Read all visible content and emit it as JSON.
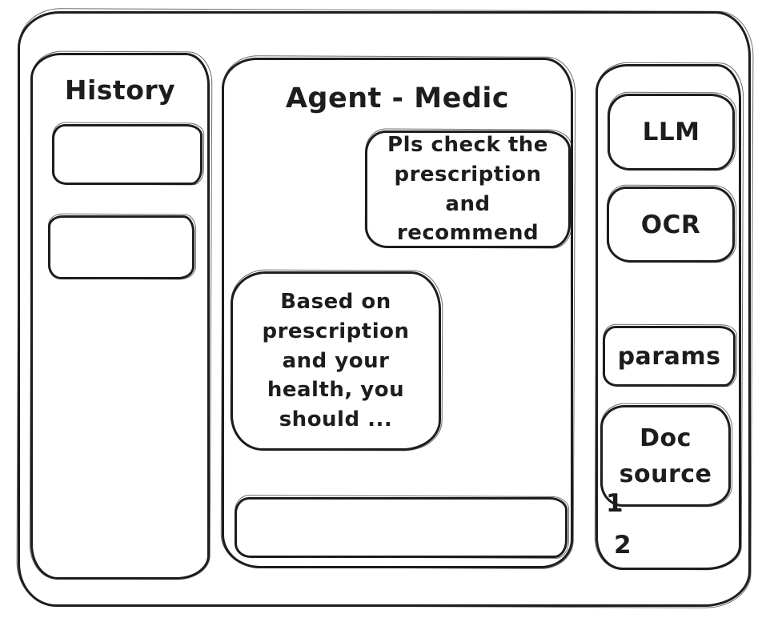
{
  "colors": {
    "stroke": "#1d1d1d",
    "background": "#ffffff"
  },
  "history_panel": {
    "title": "History"
  },
  "chat_panel": {
    "title": "Agent - Medic",
    "user_message": "Pls check the prescription and recommend",
    "assistant_message": "Based on prescription and your health, you should ...",
    "input": {
      "value": "",
      "placeholder": ""
    }
  },
  "tools_panel": {
    "items": [
      {
        "label": "LLM"
      },
      {
        "label": "OCR"
      },
      {
        "label": "params"
      },
      {
        "label": "Doc source"
      }
    ],
    "doc_source_list": [
      "1",
      "2"
    ]
  }
}
